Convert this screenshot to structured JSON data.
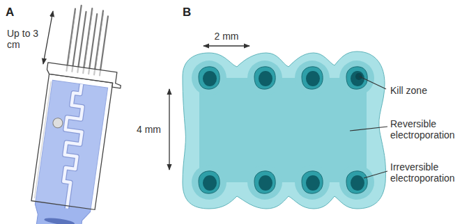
{
  "diagram": {
    "labels": [
      "A",
      "Up to 3 cm",
      "B",
      "2 mm",
      "4 mm",
      "Kill zone",
      "Reversible electroporation",
      "Irreversible electroporation"
    ]
  }
}
